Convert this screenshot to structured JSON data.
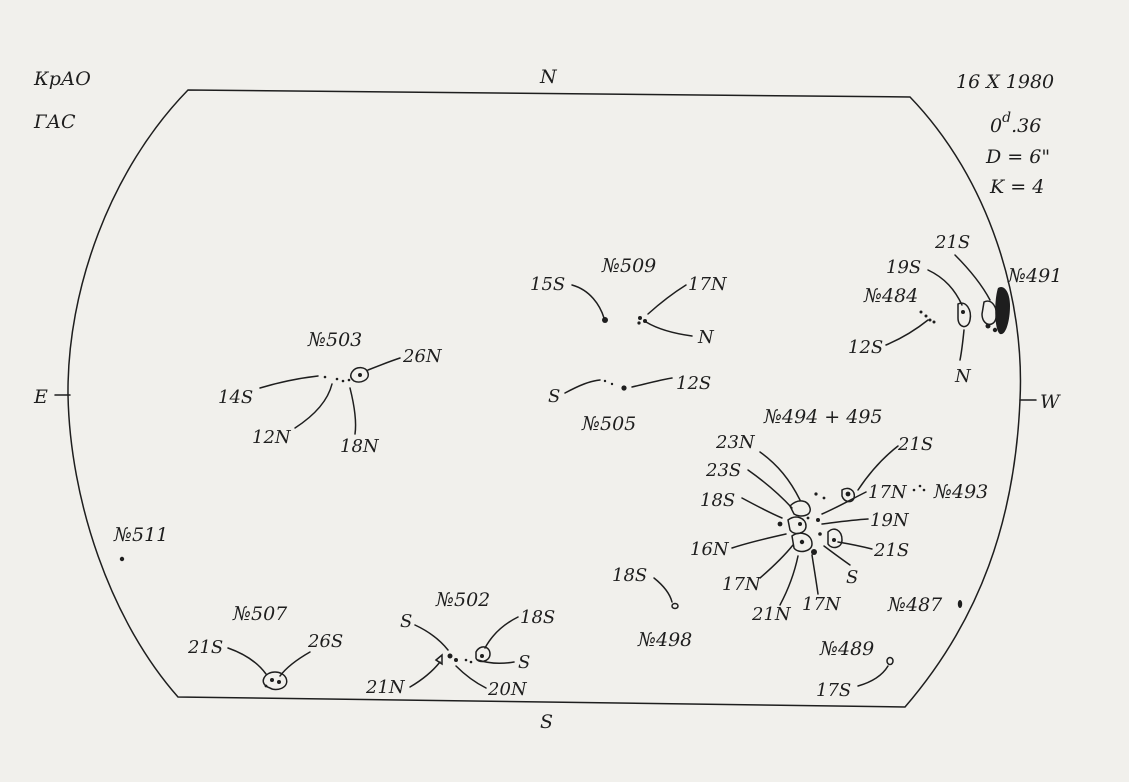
{
  "header": {
    "observatory": "КрАО",
    "instrument": "ГАС",
    "date": "16  X 1980",
    "time_main": "0",
    "time_sup": "d",
    "time_frac": ".36",
    "diameter": "D = 6\"",
    "k_value": "K = 4"
  },
  "compass": {
    "north": "N",
    "south": "S",
    "east": "E",
    "west": "W"
  },
  "groups": {
    "g509": {
      "name": "№509",
      "l1": "15S",
      "l2": "17N",
      "l3": "N"
    },
    "g505": {
      "name": "№505",
      "l1": "S",
      "l2": "12S"
    },
    "g503": {
      "name": "№503",
      "l1": "26N",
      "l2": "14S",
      "l3": "12N",
      "l4": "18N"
    },
    "g484": {
      "name": "№484",
      "l1": "12S"
    },
    "g491": {
      "name": "№491",
      "l1": "21S",
      "l2": "19S",
      "l3": "N"
    },
    "g494": {
      "name": "№494 + 495",
      "l1": "23N",
      "l2": "23S",
      "l3": "18S",
      "l4": "16N",
      "l5": "17N",
      "l6": "21N",
      "l7": "17N",
      "l8": "S",
      "l9": "21S",
      "l10": "19N",
      "l11": "17N",
      "l12": "21S"
    },
    "g493": {
      "name": "№493"
    },
    "g511": {
      "name": "№511"
    },
    "g507": {
      "name": "№507",
      "l1": "21S",
      "l2": "26S"
    },
    "g502": {
      "name": "№502",
      "l1": "S",
      "l2": "18S",
      "l3": "S",
      "l4": "21N",
      "l5": "20N"
    },
    "g498": {
      "name": "№498",
      "l1": "18S"
    },
    "g487": {
      "name": "№487"
    },
    "g489": {
      "name": "№489",
      "l1": "17S"
    }
  }
}
